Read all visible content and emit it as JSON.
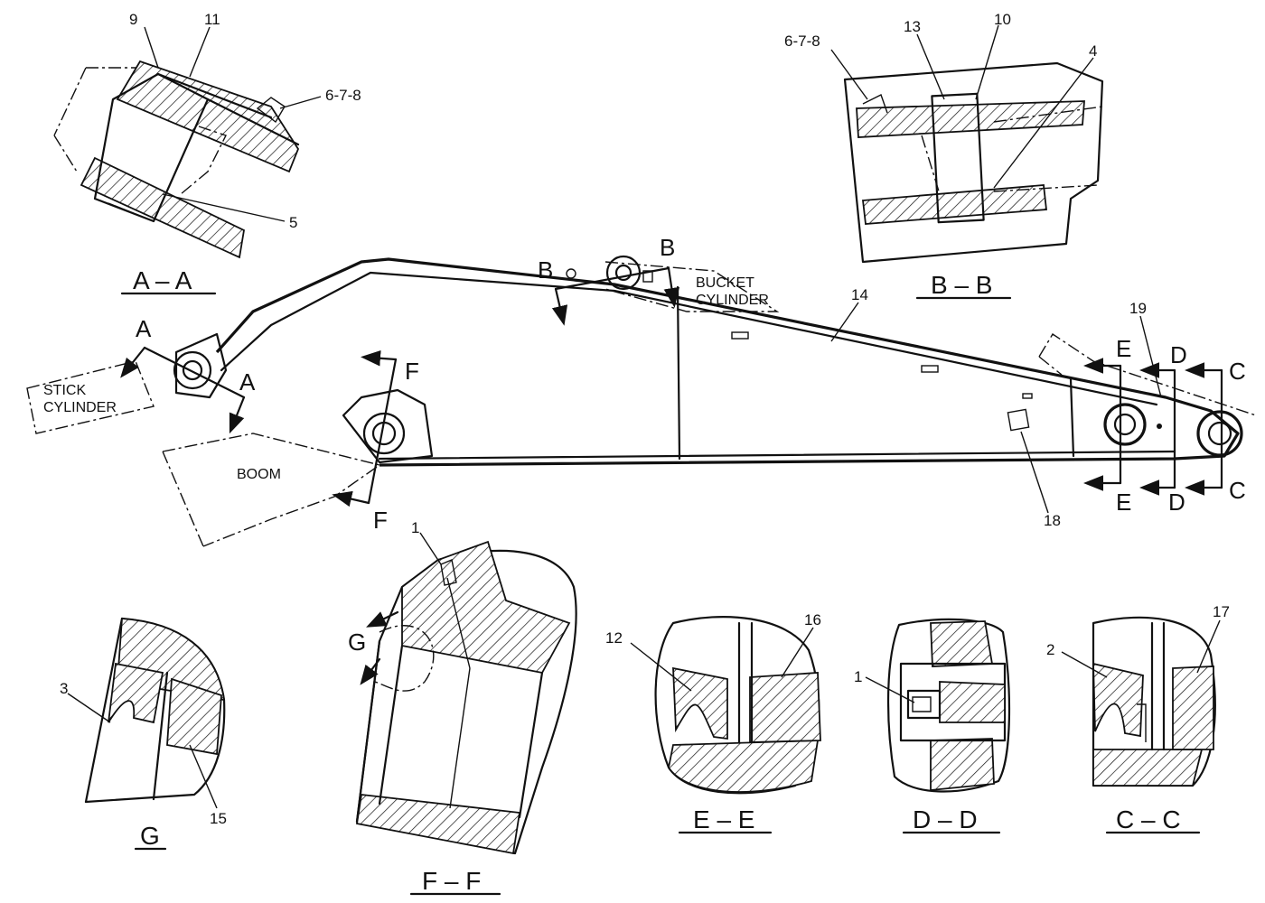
{
  "views": {
    "aa": {
      "title": "A – A",
      "part_9": "9",
      "part_11": "11",
      "part_678": "6-7-8",
      "part_5": "5"
    },
    "bb": {
      "title": "B – B",
      "part_678": "6-7-8",
      "part_13": "13",
      "part_10": "10",
      "part_4": "4"
    },
    "main": {
      "section_a": "A",
      "section_b": "B",
      "section_c": "C",
      "section_d": "D",
      "section_e": "E",
      "section_f": "F",
      "label_bucket_cyl_1": "BUCKET",
      "label_bucket_cyl_2": "CYLINDER",
      "label_stick_cyl_1": "STICK",
      "label_stick_cyl_2": "CYLINDER",
      "label_boom": "BOOM",
      "part_14": "14",
      "part_19": "19",
      "part_18": "18"
    },
    "g": {
      "title": "G",
      "part_3": "3",
      "part_15": "15"
    },
    "ff": {
      "title": "F – F",
      "part_1": "1",
      "detail_g": "G"
    },
    "ee": {
      "title": "E – E",
      "part_12": "12",
      "part_16": "16"
    },
    "dd": {
      "title": "D – D",
      "part_1": "1"
    },
    "cc": {
      "title": "C – C",
      "part_2": "2",
      "part_17": "17"
    }
  },
  "colors": {
    "line": "#111111",
    "background": "#ffffff"
  }
}
